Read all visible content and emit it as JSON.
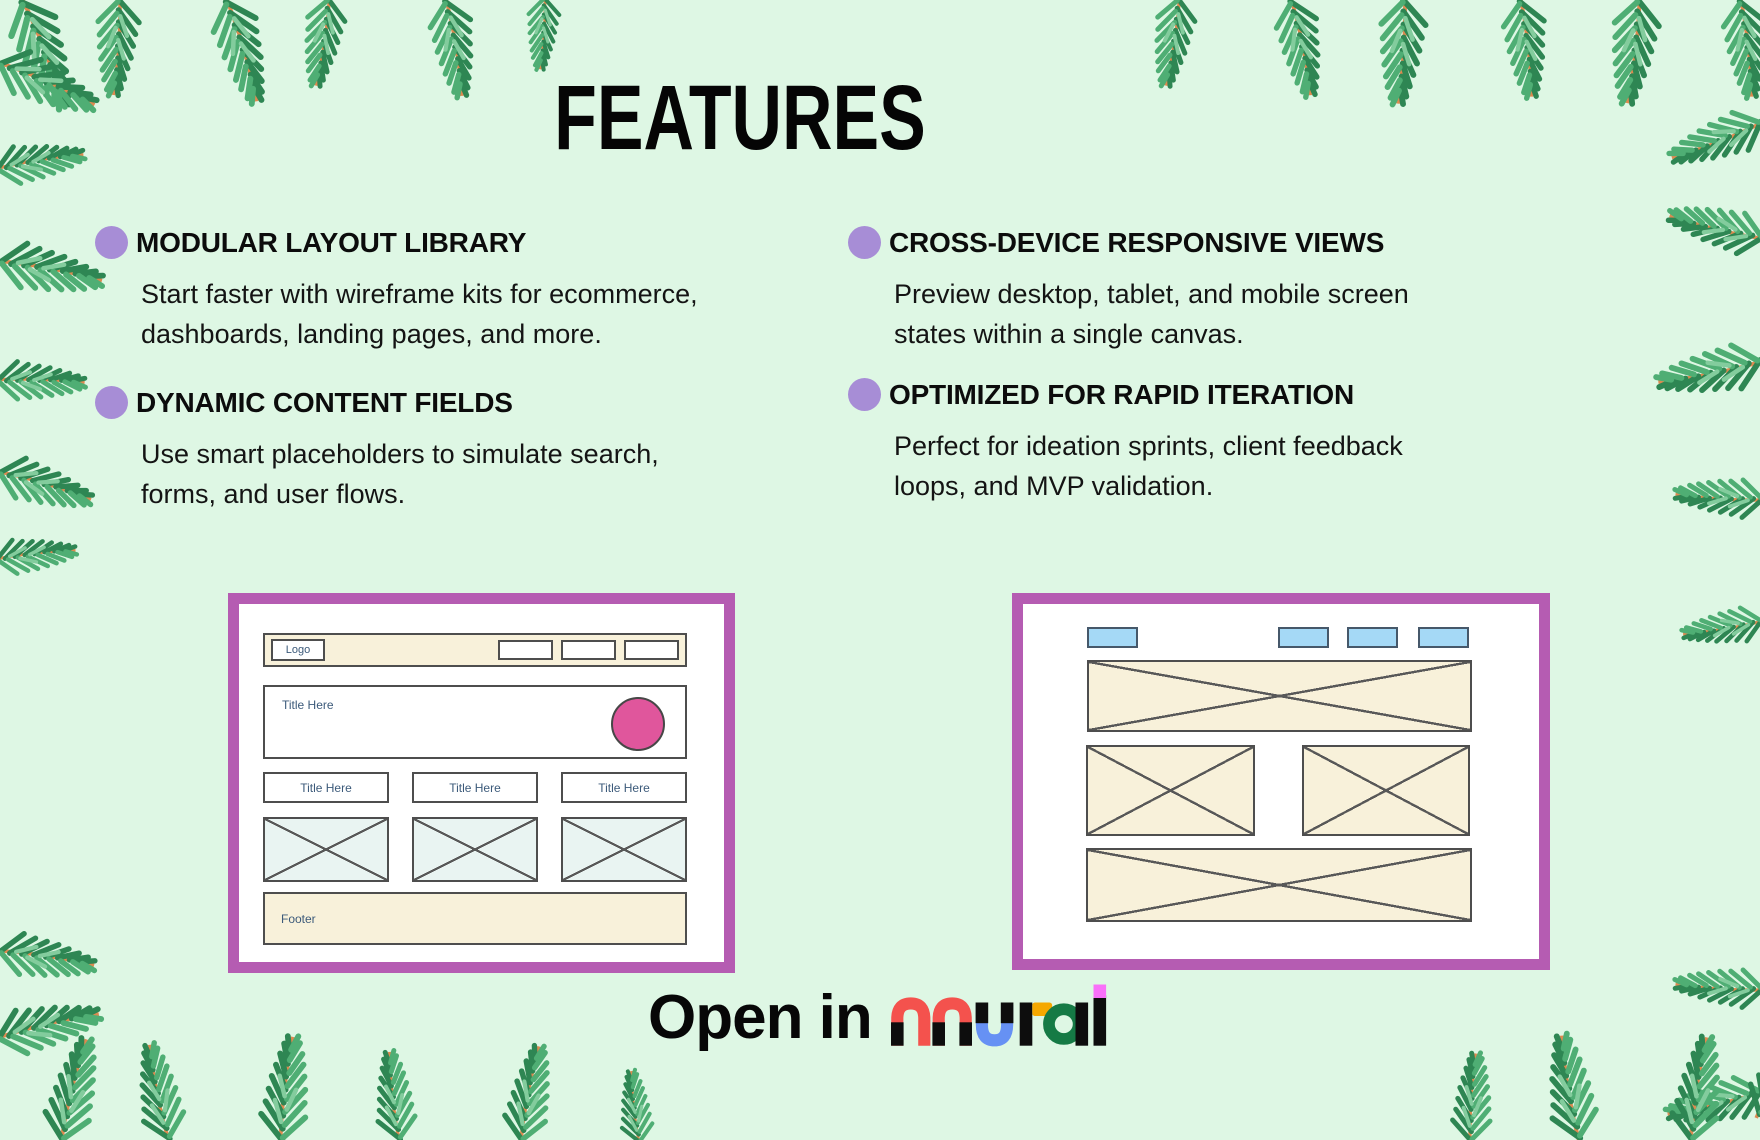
{
  "page": {
    "title": "FEATURES"
  },
  "features": [
    {
      "title": "MODULAR LAYOUT LIBRARY",
      "lines": [
        "Start faster with wireframe kits for ecommerce,",
        "dashboards, landing pages, and more."
      ]
    },
    {
      "title": "DYNAMIC CONTENT FIELDS",
      "lines": [
        "Use smart placeholders to simulate search,",
        "forms, and user flows."
      ]
    },
    {
      "title": "CROSS-DEVICE RESPONSIVE VIEWS",
      "lines": [
        "Preview desktop, tablet, and mobile screen",
        "states within a single canvas."
      ]
    },
    {
      "title": "OPTIMIZED FOR RAPID ITERATION",
      "lines": [
        "Perfect for ideation sprints, client feedback",
        "loops, and MVP validation."
      ]
    }
  ],
  "wireframes": {
    "desktop": {
      "logo": "Logo",
      "hero_title": "Title Here",
      "cards": [
        "Title Here",
        "Title Here",
        "Title Here"
      ],
      "footer": "Footer"
    }
  },
  "cta": {
    "label": "Open in",
    "brand": "Mural"
  },
  "icons": {
    "bullet": "circle-bullet",
    "decoration": "pine-branch"
  },
  "colors": {
    "background": "#def7e4",
    "bullet_purple": "#a78dd6",
    "frame_purple": "#b55cb2",
    "cream": "#f8f1da",
    "placeholder_blue": "#a5d9f6",
    "accent_pink": "#e0569c",
    "placeholder_teal_tint": "#e9f4f2",
    "pine_green": "#2e8653",
    "mural_red": "#f4524d",
    "mural_blue": "#6691f4",
    "mural_orange": "#f5a800",
    "mural_green": "#157a45",
    "mural_pink": "#f970f9"
  }
}
